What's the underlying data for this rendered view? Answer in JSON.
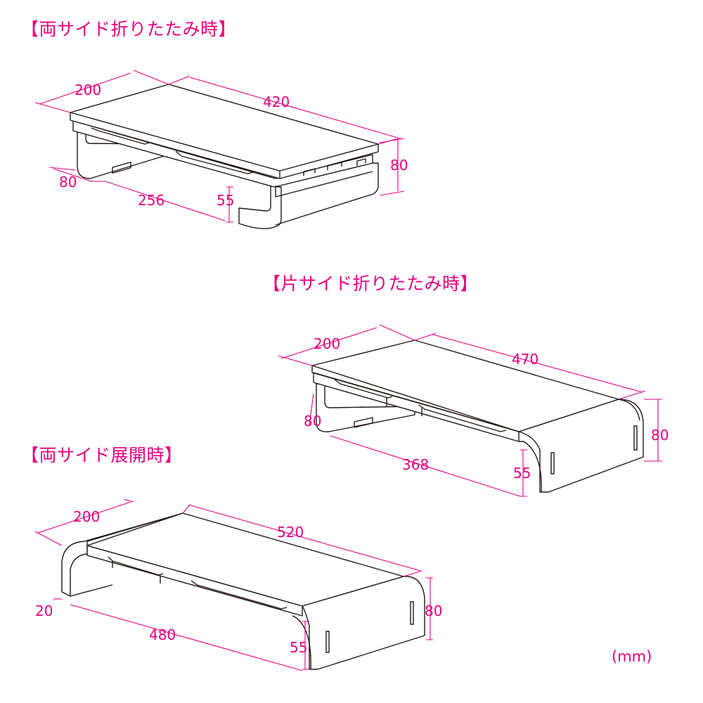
{
  "diagrams": [
    {
      "title": "【両サイド折りたたみ時】",
      "dims": {
        "depth": "200",
        "width": "420",
        "height": "80",
        "foot": "80",
        "inner": "256",
        "clearance": "55"
      }
    },
    {
      "title": "【片サイド折りたたみ時】",
      "dims": {
        "depth": "200",
        "width": "470",
        "height": "80",
        "foot": "80",
        "inner": "368",
        "clearance": "55"
      }
    },
    {
      "title": "【両サイド展開時】",
      "dims": {
        "depth": "200",
        "width": "520",
        "height": "80",
        "foot": "20",
        "inner": "480",
        "clearance": "55"
      }
    }
  ],
  "unit": "(mm)",
  "colors": {
    "dimension": "#e5007f",
    "outline": "#231815"
  }
}
